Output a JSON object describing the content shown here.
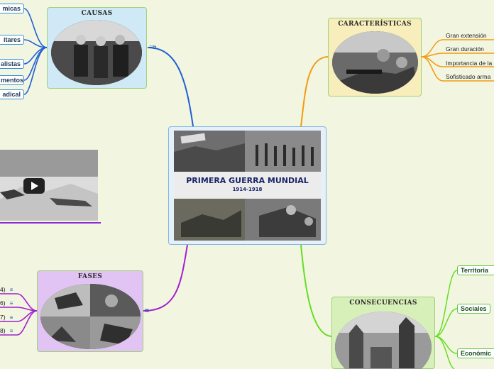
{
  "center": {
    "title": "PRIMERA GUERRA MUNDIAL",
    "subtitle": "1914-1918"
  },
  "causas": {
    "title": "CAUSAS",
    "leaves": [
      "micas",
      "itares",
      "alistas",
      "mentos",
      "adical"
    ]
  },
  "caracteristicas": {
    "title": "CARACTERÍSTICAS",
    "leaves": [
      "Gran extensión",
      "Gran duración",
      "Importancia de la",
      "Sofisticado arma"
    ]
  },
  "fases": {
    "title": "FASES",
    "leaves": [
      "4)",
      "6)",
      "7)",
      "8)"
    ]
  },
  "consecuencias": {
    "title": "CONSECUENCIAS",
    "leaves": [
      "Territoria",
      "Sociales",
      "Económic"
    ]
  },
  "icons": {
    "notes_glyph": "≡",
    "link_glyph": "⧉"
  },
  "colors": {
    "background": "#f2f6e0",
    "causas": "#1f5fd6",
    "caracteristicas": "#f39a10",
    "fases": "#a020d0",
    "consecuencias": "#66dd22"
  }
}
